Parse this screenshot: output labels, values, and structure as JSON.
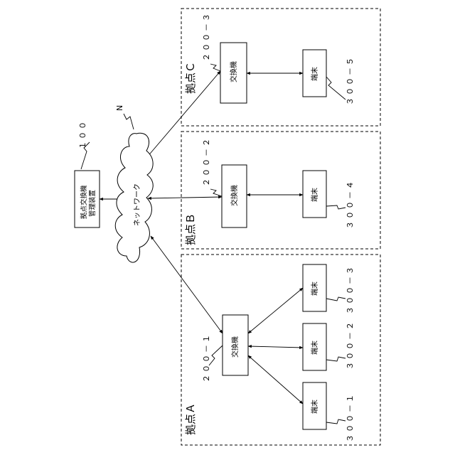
{
  "diagram": {
    "manager": {
      "line1": "拠点交換機",
      "line2": "管理装置",
      "ref": "１００"
    },
    "network": {
      "label": "ネットワーク",
      "ref": "N"
    },
    "sites": {
      "A": {
        "label": "拠点Ａ"
      },
      "B": {
        "label": "拠点Ｂ"
      },
      "C": {
        "label": "拠点Ｃ"
      }
    },
    "switches": {
      "s1": {
        "label": "交換機",
        "ref": "２００－１"
      },
      "s2": {
        "label": "交換機",
        "ref": "２００－２"
      },
      "s3": {
        "label": "交換機",
        "ref": "２００－３"
      }
    },
    "terminals": {
      "t1": {
        "label": "端末",
        "ref": "３００－１"
      },
      "t2": {
        "label": "端末",
        "ref": "３００－２"
      },
      "t3": {
        "label": "端末",
        "ref": "３００－３"
      },
      "t4": {
        "label": "端末",
        "ref": "３００－４"
      },
      "t5": {
        "label": "端末",
        "ref": "３００－５"
      }
    }
  }
}
